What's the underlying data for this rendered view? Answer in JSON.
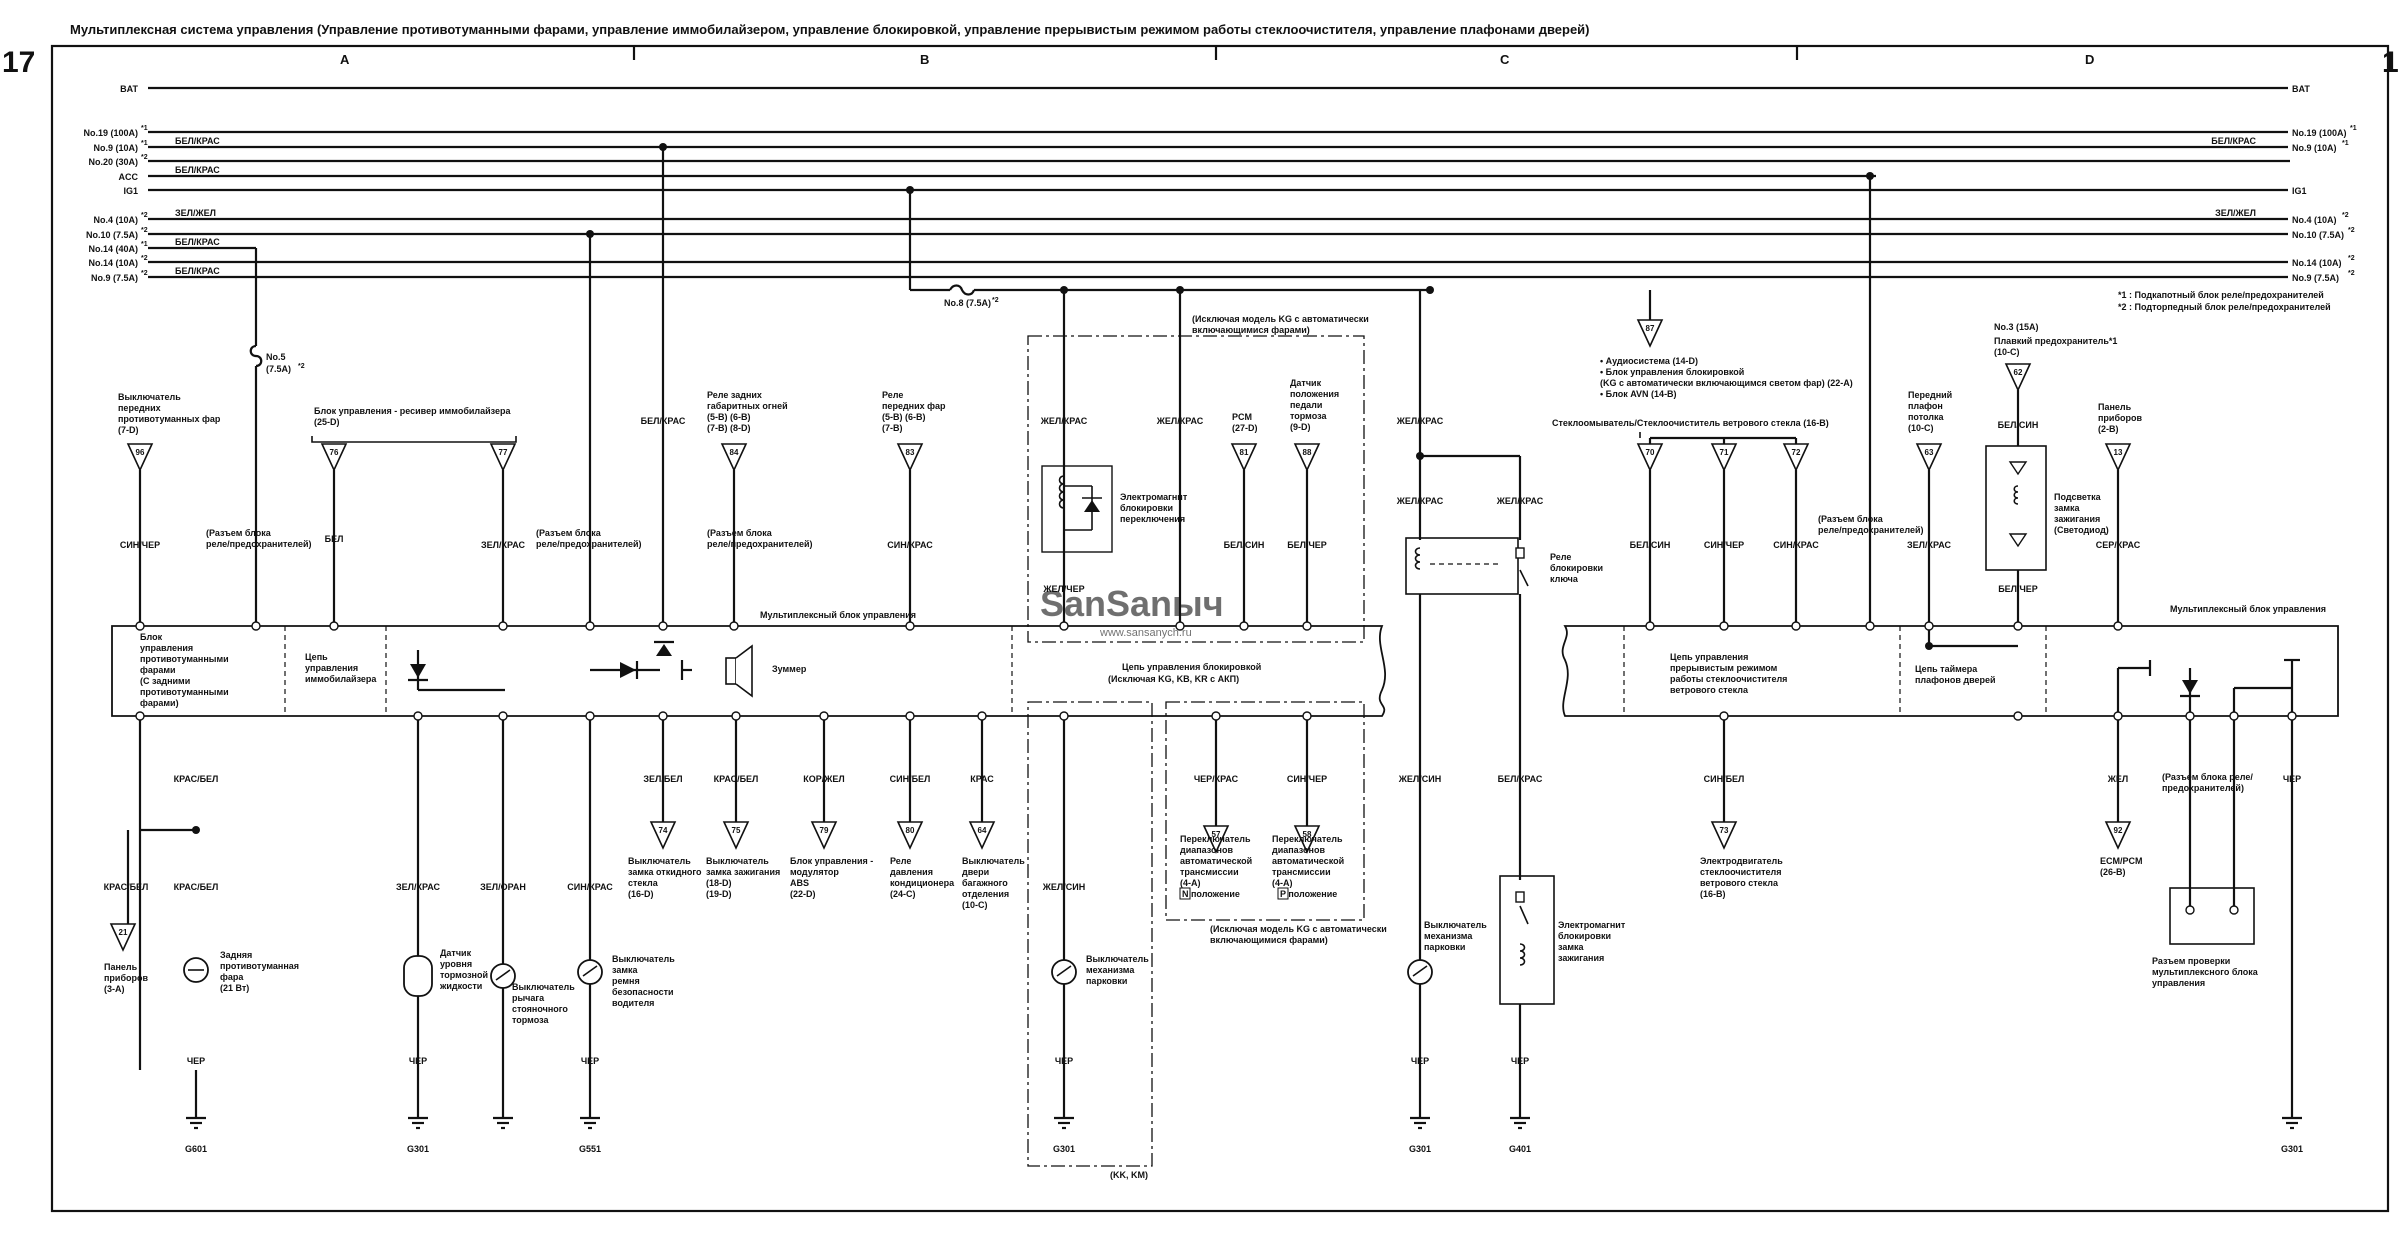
{
  "title": "Мультиплексная система управления (Управление противотуманными фарами, управление иммобилайзером, управление блокировкой, управление прерывистым режимом работы стеклоочистителя, управление плафонами дверей)",
  "page_left": "17",
  "page_right": "1",
  "sections": [
    "A",
    "B",
    "C",
    "D"
  ],
  "power_lines": [
    {
      "left": "BAT",
      "right": "BAT"
    },
    {
      "left": "No.19 (100A)",
      "lsup": "*1",
      "right": "No.19 (100A)",
      "rsup": "*1"
    },
    {
      "left": "No.9 (10A)",
      "lsup": "*1",
      "lwire": "БЕЛ/КРАС",
      "right": "No.9 (10A)",
      "rsup": "*1",
      "rwire": "БЕЛ/КРАС"
    },
    {
      "left": "No.20 (30A)",
      "lsup": "*2"
    },
    {
      "left": "ACC",
      "lwire": "БЕЛ/КРАС"
    },
    {
      "left": "IG1",
      "right": "IG1"
    },
    {
      "left": "No.4 (10A)",
      "lsup": "*2",
      "lwire": "ЗЕЛ/ЖЕЛ",
      "right": "No.4 (10A)",
      "rsup": "*2",
      "rwire": "ЗЕЛ/ЖЕЛ"
    },
    {
      "left": "No.10 (7.5A)",
      "lsup": "*2",
      "right": "No.10 (7.5A)",
      "rsup": "*2"
    },
    {
      "left": "No.14 (40A)",
      "lsup": "*1",
      "lwire": "БЕЛ/КРАС"
    },
    {
      "left": "No.14 (10A)",
      "lsup": "*2",
      "right": "No.14 (10A)",
      "rsup": "*2"
    },
    {
      "left": "No.9 (7.5A)",
      "lsup": "*2",
      "lwire": "БЕЛ/КРАС",
      "right": "No.9 (7.5A)",
      "rsup": "*2"
    }
  ],
  "footnotes": [
    "*1    : Подкапотный блок реле/предохранителей",
    "*2    : Подторпедный блок реле/предохранителей"
  ],
  "fuses": {
    "no5": [
      "No.5",
      "(7.5A)",
      "*2"
    ],
    "no8": [
      "No.8 (7.5A)",
      "*2"
    ]
  },
  "connectors": [
    "96",
    "76",
    "77",
    "84",
    "83",
    "81",
    "88",
    "87",
    "70",
    "71",
    "72",
    "63",
    "62",
    "13",
    "74",
    "75",
    "79",
    "80",
    "64",
    "57",
    "58",
    "73",
    "92",
    "21"
  ],
  "wires": {
    "sinchr": "СИН/ЧЕР",
    "bel": "БЕЛ",
    "zelkras": "ЗЕЛ/КРАС",
    "belkras": "БЕЛ/КРАС",
    "sinkras": "СИН/КРАС",
    "zhelkras": "ЖЕЛ/КРАС",
    "belsin": "БЕЛ/СИН",
    "belchr": "БЕЛ/ЧЕР",
    "sinchr2": "СИН/ЧЕР",
    "zhelchr": "ЖЕЛ/ЧЕР",
    "kraszel": "КРАС/БЕЛ",
    "zelbel": "ЗЕЛ/БЕЛ",
    "korzhel": "КОР/ЖЕЛ",
    "sinbel": "СИН/БЕЛ",
    "kras": "КРАС",
    "zelkras2": "ЗЕЛ/КРАС",
    "zeloran": "ЗЕЛ/ОРАН",
    "chr": "ЧЕР",
    "zhelsin": "ЖЕЛ/СИН",
    "chrkras": "ЧЕР/КРАС",
    "serkras": "СЕР/КРАС",
    "zhel": "ЖЕЛ",
    "belkras2": "БЕЛ/КРАС"
  },
  "labels": {
    "c96": [
      "Выключатель",
      "передних",
      "противотуманных фар",
      "(7-D)"
    ],
    "immo": "Блок управления - ресивер иммобилайзера",
    "immo2": "(25-D)",
    "fusebox1": [
      "(Разъем блока",
      "реле/предохранителей)"
    ],
    "fusebox2": [
      "(Разъем блока",
      "реле/предохранителей)"
    ],
    "c84": [
      "Реле задних",
      "габаритных огней",
      "(5-B) (6-B)",
      "(7-B) (8-D)"
    ],
    "fusebox3": [
      "(Разъем блока",
      "реле/предохранителей)"
    ],
    "c83": [
      "Реле",
      "передних фар",
      "(5-B) (6-B)",
      "(7-B)"
    ],
    "excl_kg_top": [
      "(Исключая модель KG с автоматически",
      "включающимися фарами)"
    ],
    "pcm": [
      "PCM",
      "(27-D)"
    ],
    "brake_sw": [
      "Датчик",
      "положения",
      "педали",
      "тормоза",
      "(9-D)"
    ],
    "shift_lock": [
      "Электромагнит",
      "блокировки",
      "переключения"
    ],
    "audio": [
      "• Аудиосистема (14-D)",
      "• Блок управления блокировкой",
      "  (KG с автоматически включающимся светом фар) (22-A)",
      "• Блок AVN (14-B)"
    ],
    "washer": "Стеклоомыватель/Стеклоочиститель ветрового стекла (16-B)",
    "fusebox4": [
      "(Разъем блока",
      "реле/предохранителей)"
    ],
    "front_lamp": [
      "Передний",
      "плафон",
      "потолка",
      "(10-C)"
    ],
    "fuse3": [
      "No.3 (15A)",
      "Плавкий предохранитель*1",
      "(10-C)"
    ],
    "ign_light": [
      "Подсветка",
      "замка",
      "зажигания",
      "(Светодиод)"
    ],
    "c13": [
      "Панель",
      "приборов",
      "(2-B)"
    ],
    "key_relay": [
      "Реле",
      "блокировки",
      "ключа"
    ],
    "mux_left": "Мультиплексный блок управления",
    "mux_right": "Мультиплексный блок управления",
    "fog_unit": [
      "Блок",
      "управления",
      "противотуманными",
      "фарами",
      "(С задними",
      "противотуманными",
      "фарами)"
    ],
    "immo_circ": [
      "Цепь",
      "управления",
      "иммобилайзера"
    ],
    "buzzer": "Зуммер",
    "lock_circ": [
      "Цепь управления блокировкой",
      "(Исключая KG, KB, KR с АКП)"
    ],
    "wiper_circ": [
      "Цепь управления",
      "прерывистым режимом",
      "работы стеклоочистителя",
      "ветрового стекла"
    ],
    "timer_circ": [
      "Цепь таймера",
      "плафонов дверей"
    ],
    "c74": [
      "Выключатель",
      "замка откидного",
      "стекла",
      "(16-D)"
    ],
    "c75": [
      "Выключатель",
      "замка зажигания",
      "(18-D)",
      "(19-D)"
    ],
    "c79": [
      "Блок управления -",
      "модулятор",
      "ABS",
      "(22-D)"
    ],
    "c80": [
      "Реле",
      "давления",
      "кондиционера",
      "(24-C)"
    ],
    "c64": [
      "Выключатель",
      "двери",
      "багажного",
      "отделения",
      "(10-C)"
    ],
    "c57": [
      "Переключатель",
      "диапазонов",
      "автоматической",
      "трансмиссии",
      "(4-A)"
    ],
    "c57b": "N   положение",
    "c58": [
      "Переключатель",
      "диапазонов",
      "автоматической",
      "трансмиссии",
      "(4-A)"
    ],
    "c58b": "P   положение",
    "excl_kg_bottom": [
      "(Исключая модель KG с автоматически",
      "включающимися фарами)"
    ],
    "c73": [
      "Электродвигатель",
      "стеклоочистителя",
      "ветрового стекла",
      "(16-B)"
    ],
    "c92": [
      "ECM/PCM",
      "(26-B)"
    ],
    "fusebox5": [
      "(Разъем блока реле/",
      "предохранителей)"
    ],
    "check_conn": [
      "Разъем проверки",
      "мультиплексного блока",
      "управления"
    ],
    "c21": [
      "Панель",
      "приборов",
      "(3-A)"
    ],
    "rear_fog": [
      "Задняя",
      "противотуманная",
      "фара",
      "(21 Вт)"
    ],
    "brake_fluid": [
      "Датчик",
      "уровня",
      "тормозной",
      "жидкости"
    ],
    "park_brake": [
      "Выключатель",
      "рычага",
      "стояночного",
      "тормоза"
    ],
    "belt_sw": [
      "Выключатель",
      "замка",
      "ремня",
      "безопасности",
      "водителя"
    ],
    "park_sw1": [
      "Выключатель",
      "механизма",
      "парковки"
    ],
    "park_sw2": [
      "Выключатель",
      "механизма",
      "парковки"
    ],
    "ign_lock": [
      "Электромагнит",
      "блокировки",
      "замка",
      "зажигания"
    ],
    "kk_km": "(KK, KM)"
  },
  "grounds": [
    "G601",
    "G301",
    "G551",
    "G301",
    "G301",
    "G401",
    "G301"
  ],
  "watermark": [
    "SanSanыч",
    "www.sansanych.ru"
  ]
}
